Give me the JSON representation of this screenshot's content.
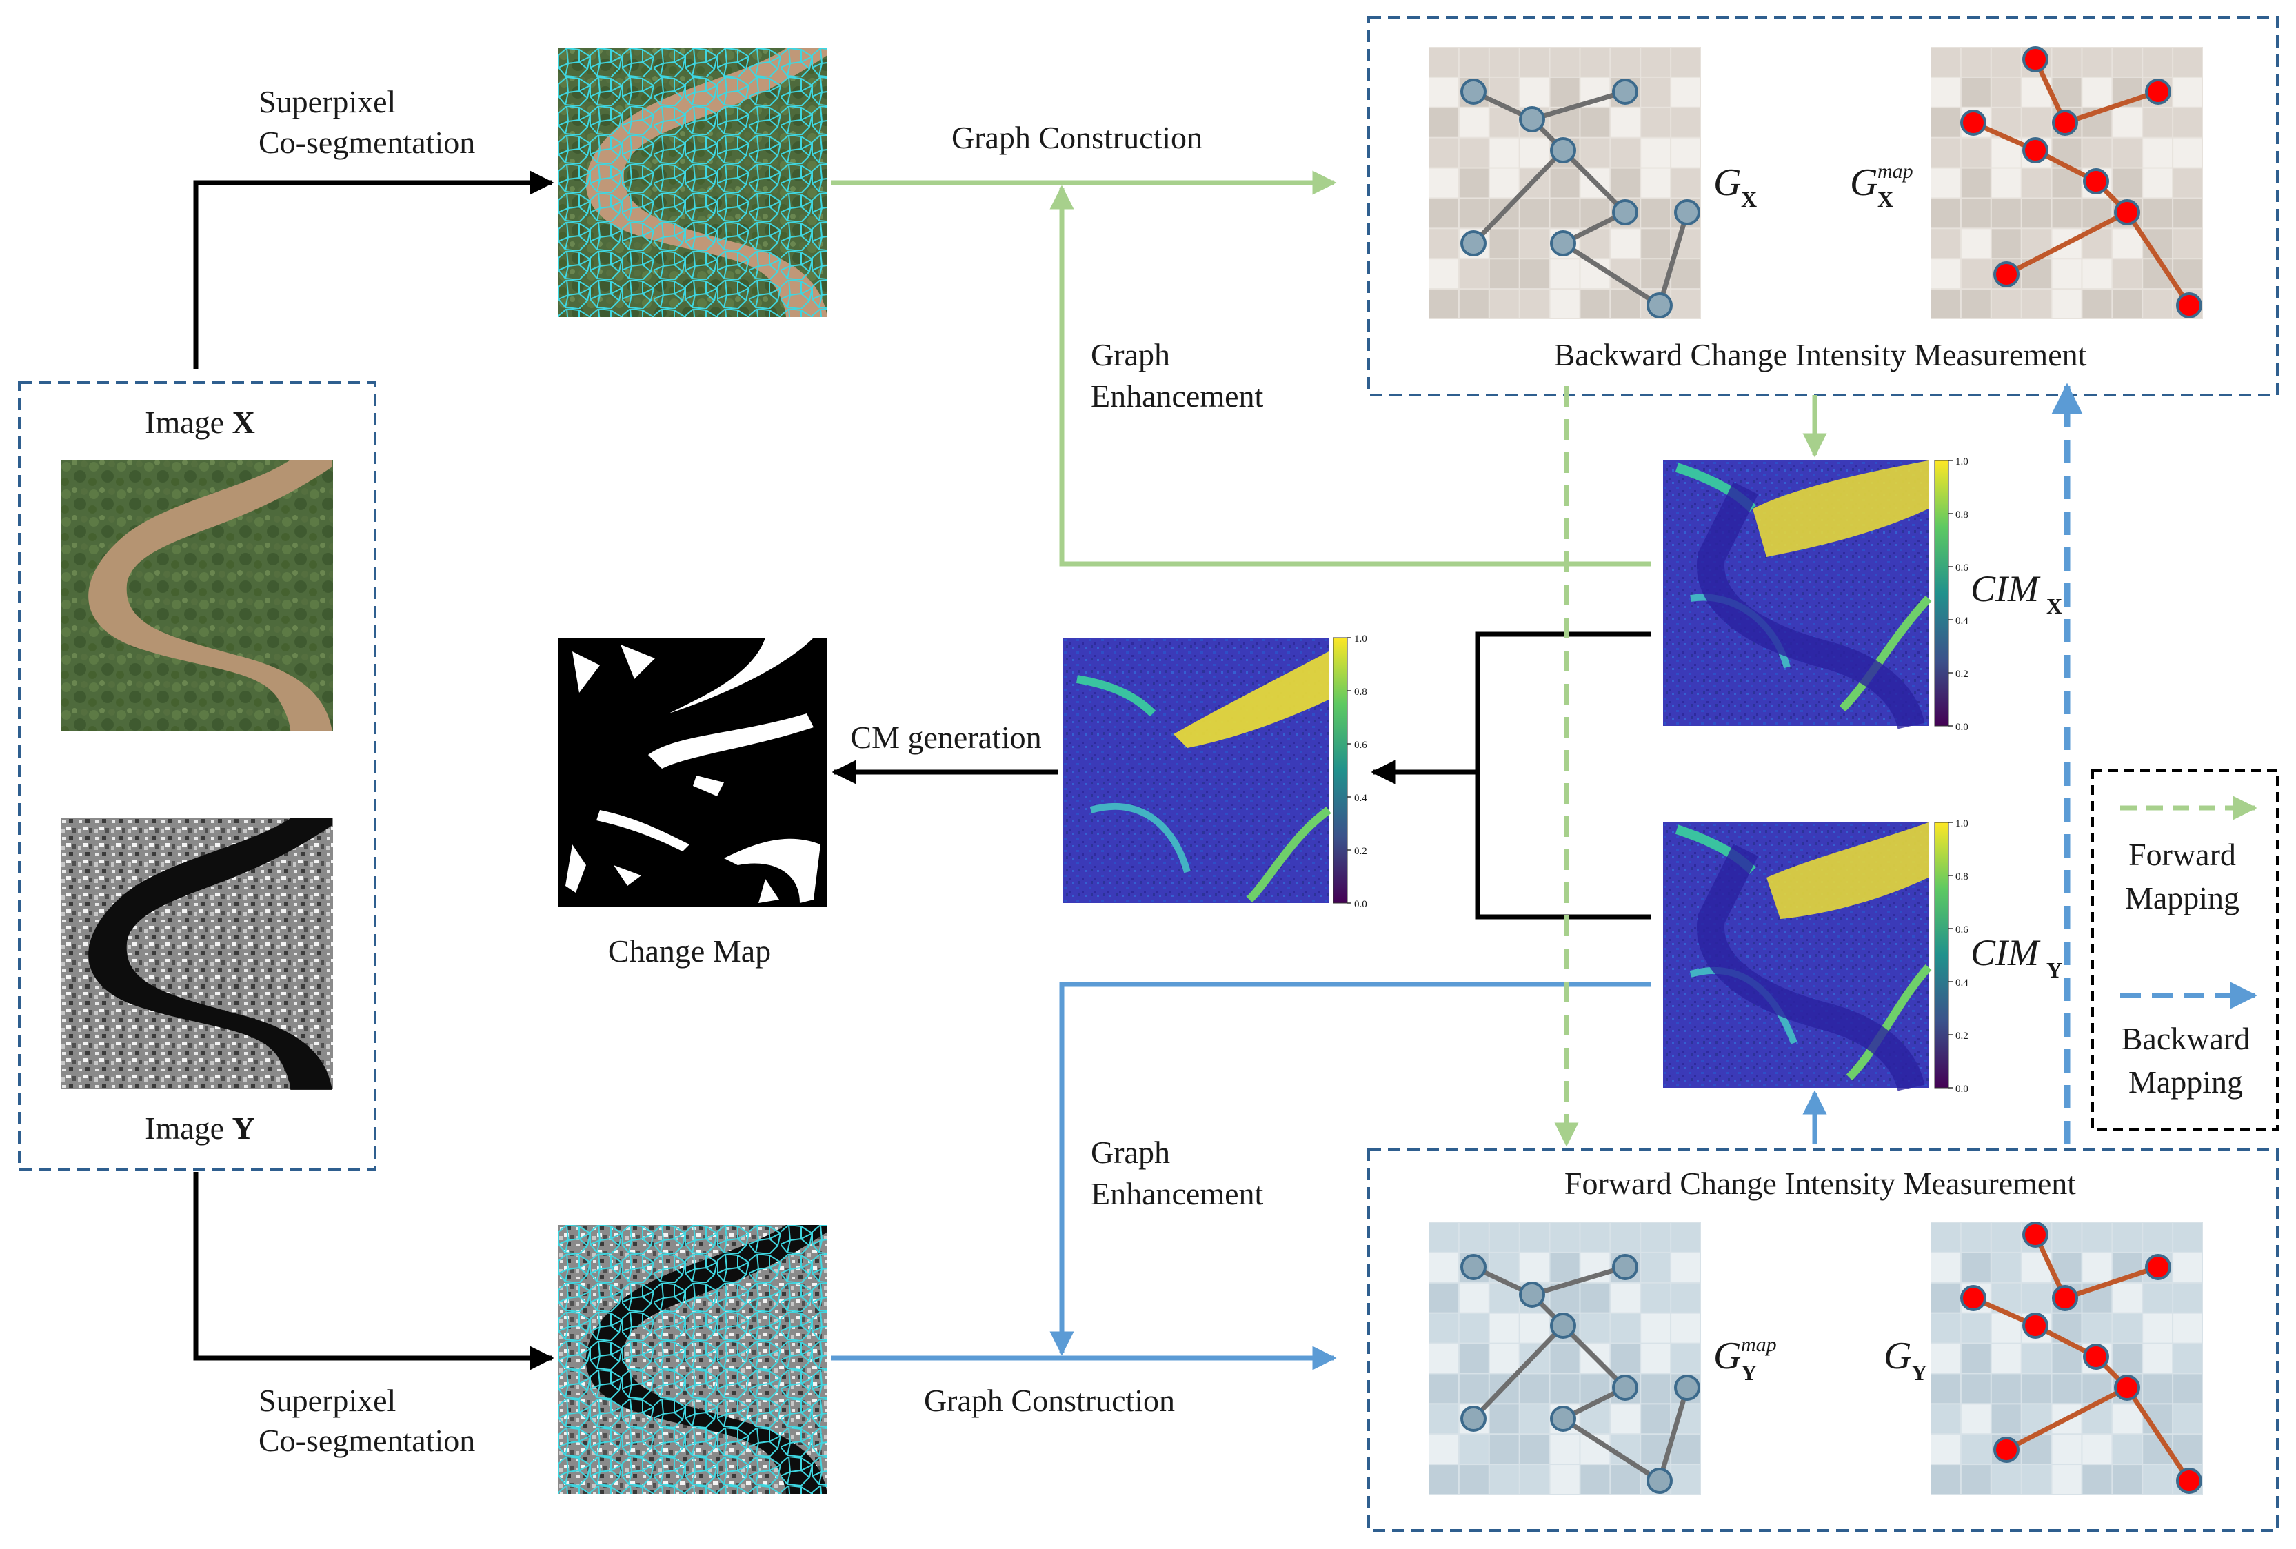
{
  "inputs": {
    "image_x": {
      "prefix": "Image ",
      "letter": "X"
    },
    "image_y": {
      "prefix": "Image ",
      "letter": "Y"
    }
  },
  "labels": {
    "superpixel_top": [
      "Superpixel",
      "Co-segmentation"
    ],
    "superpixel_bottom": [
      "Superpixel",
      "Co-segmentation"
    ],
    "graph_construction_top": "Graph Construction",
    "graph_construction_bottom": "Graph Construction",
    "graph_enhancement_top": [
      "Graph",
      "Enhancement"
    ],
    "graph_enhancement_bottom": [
      "Graph",
      "Enhancement"
    ],
    "backward_cim": "Backward Change Intensity Measurement",
    "forward_cim": "Forward Change Intensity Measurement",
    "cm_generation": "CM generation",
    "change_map": "Change Map"
  },
  "graph_symbols": {
    "gx": {
      "base": "G",
      "sub": "X",
      "sup": ""
    },
    "gx_map": {
      "base": "G",
      "sub": "X",
      "sup": "map"
    },
    "gy_map": {
      "base": "G",
      "sub": "Y",
      "sup": "map"
    },
    "gy": {
      "base": "G",
      "sub": "Y",
      "sup": ""
    }
  },
  "cim_symbols": {
    "cim_x": {
      "base": "CIM",
      "sub": "X"
    },
    "cim_y": {
      "base": "CIM",
      "sub": "Y"
    }
  },
  "colorbar_ticks": [
    "1.0",
    "0.8",
    "0.6",
    "0.4",
    "0.2",
    "0.0"
  ],
  "legend": {
    "forward": [
      "Forward",
      "Mapping"
    ],
    "backward": [
      "Backward",
      "Mapping"
    ]
  },
  "colors": {
    "forward_green": "#a7d08c",
    "backward_blue": "#5b9bd5",
    "box_dash": "#2f5f8f",
    "node_gray": "#8fa9b8",
    "node_red": "#ff0000",
    "edge_gray": "#6e6e6e",
    "edge_orange": "#c0582a",
    "cyan_boundary": "#3fd6e0"
  },
  "icons": [
    "superpixel-image",
    "graph-grid",
    "heatmap",
    "colorbar",
    "arrow"
  ]
}
